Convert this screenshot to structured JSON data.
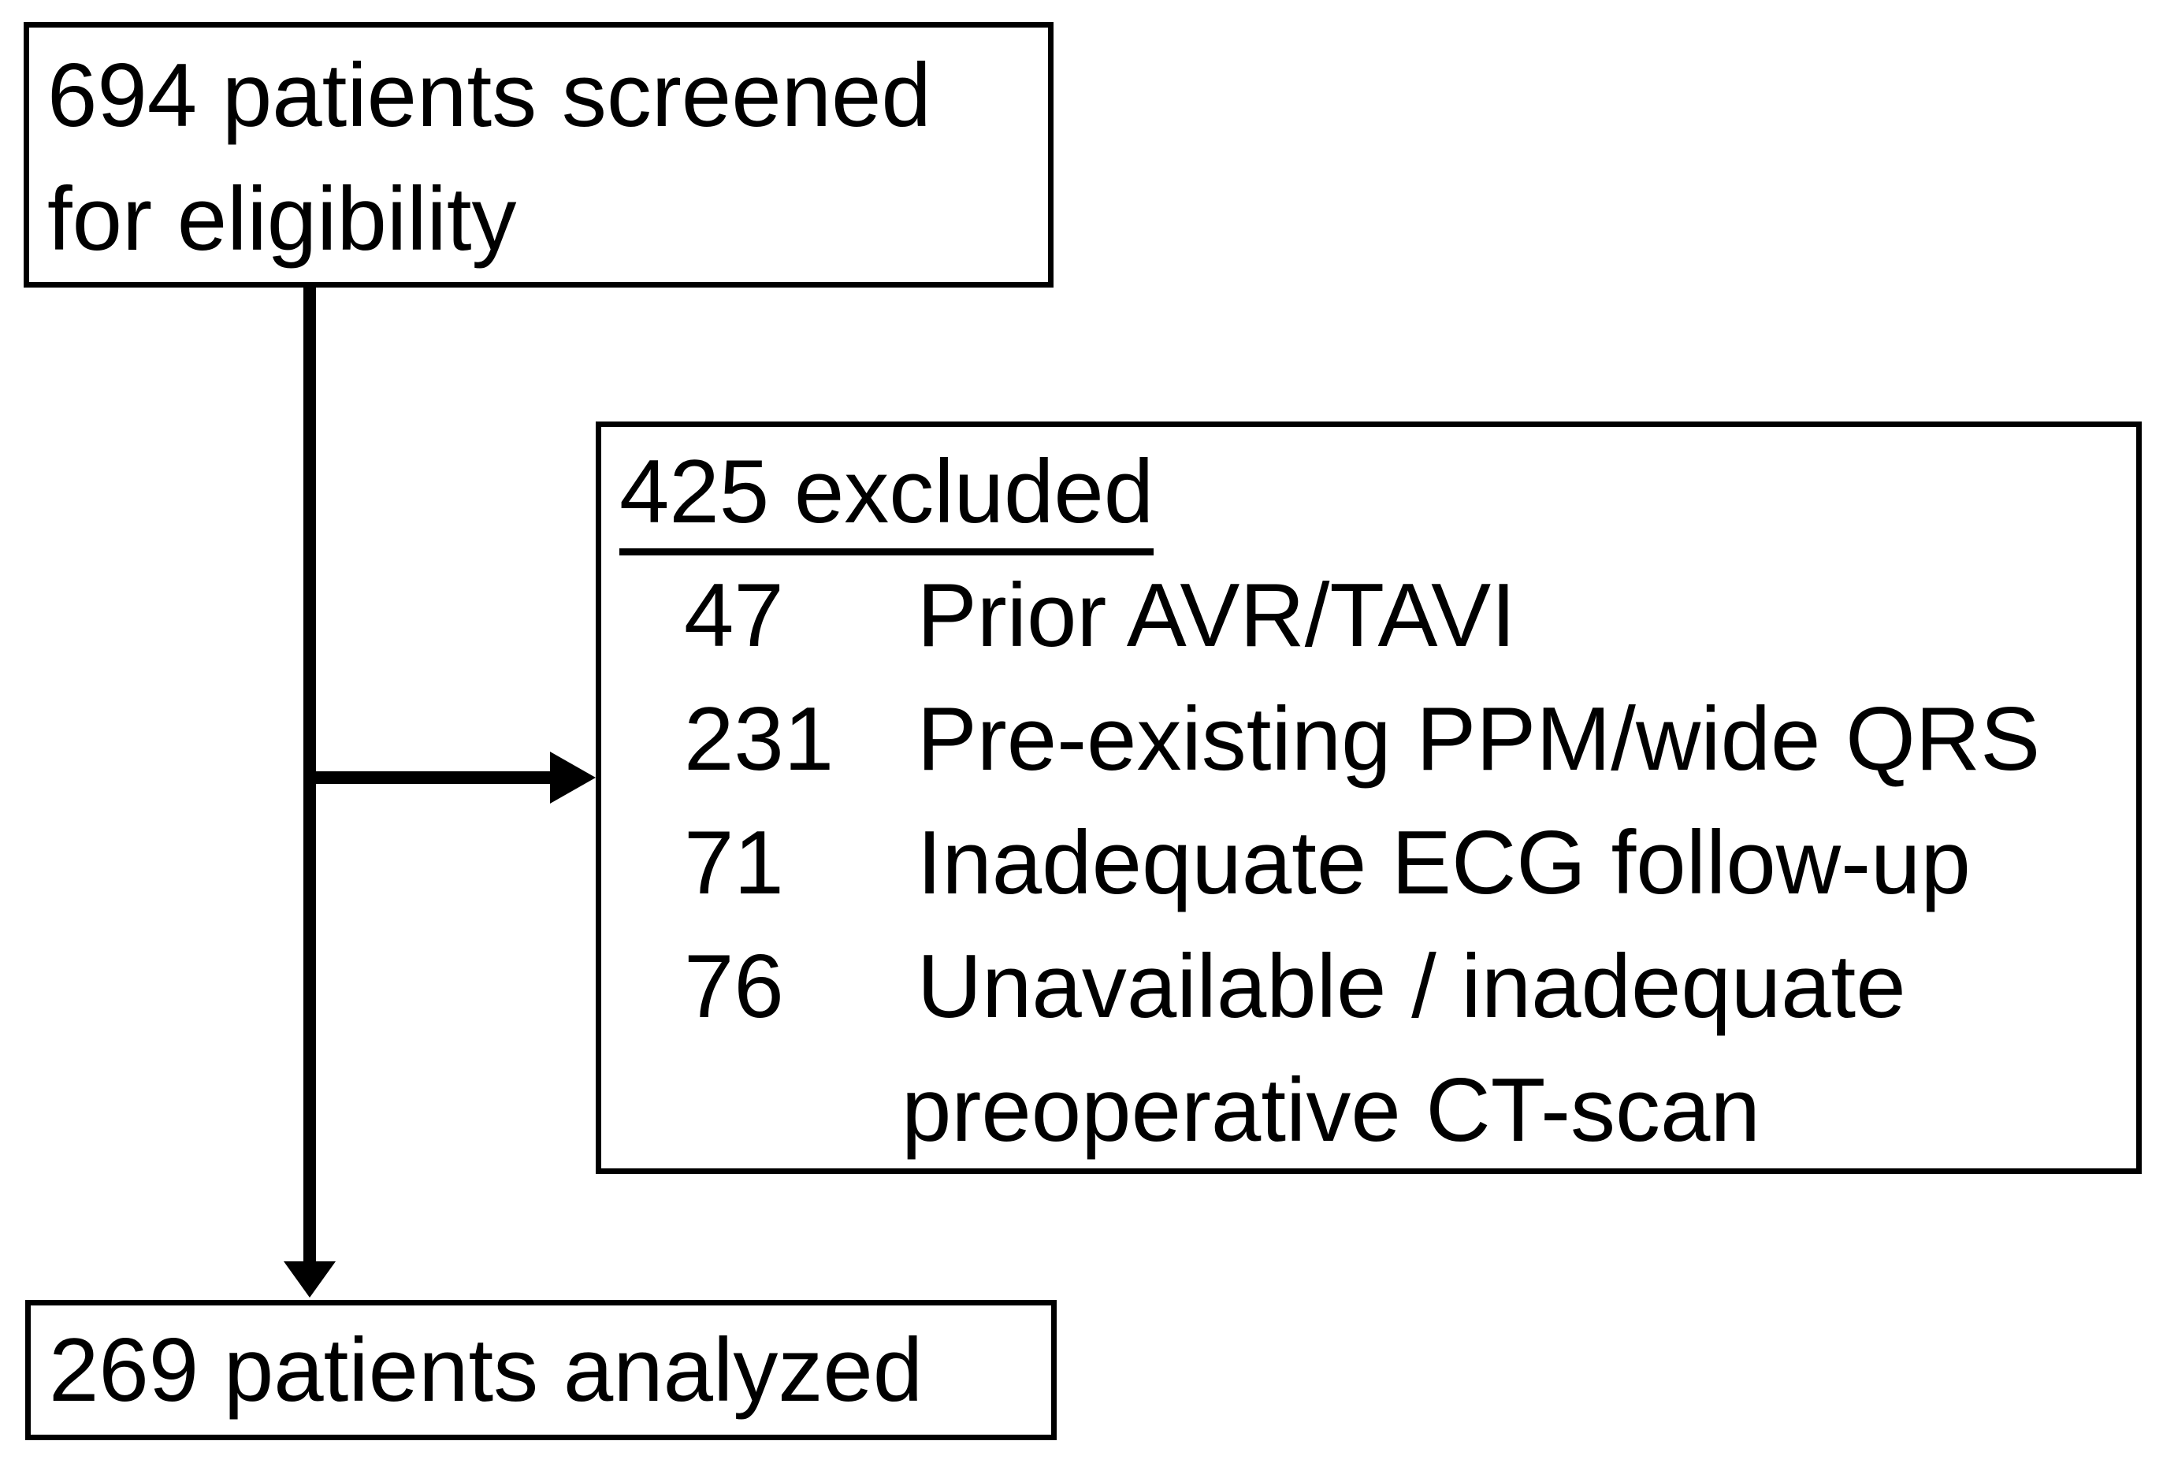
{
  "diagram": {
    "type": "patient-flow-chart",
    "colors": {
      "background": "#ffffff",
      "border": "#000000",
      "text": "#000000"
    },
    "boxes": {
      "screened": {
        "lines": [
          "694 patients screened",
          "for eligibility"
        ]
      },
      "excluded": {
        "header": "425 excluded",
        "items": [
          {
            "count": "47",
            "reason": "Prior AVR/TAVI"
          },
          {
            "count": "231",
            "reason": "Pre-existing PPM/wide QRS"
          },
          {
            "count": "71",
            "reason": "Inadequate ECG follow-up"
          },
          {
            "count": "76",
            "reason": "Unavailable / inadequate",
            "reason_cont": "preoperative CT-scan"
          }
        ]
      },
      "analyzed": {
        "text": "269 patients analyzed"
      }
    }
  }
}
